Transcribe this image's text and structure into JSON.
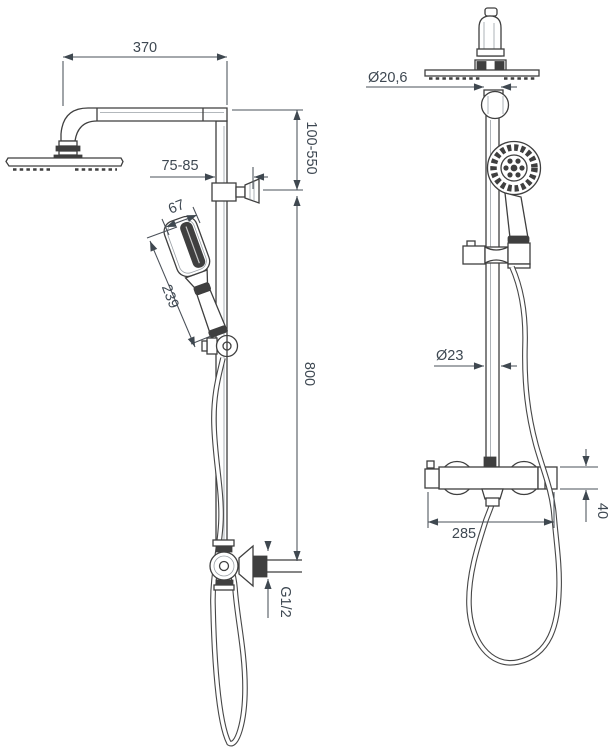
{
  "drawing": {
    "type": "shower-column-technical-drawing",
    "colors": {
      "line": "#3f3f3f",
      "dimension": "#4a5058",
      "text": "#3e4852",
      "background": "#ffffff"
    }
  },
  "views": {
    "side_view": {
      "dims": {
        "arm_reach": "370",
        "diverter_offset": "75-85",
        "handshower_width": "67",
        "handshower_length": "239",
        "upper_range": "100-550",
        "column_height": "800",
        "thread": "G1/2"
      }
    },
    "front_view": {
      "dims": {
        "upper_pipe_diameter": "Ø20,6",
        "pipe_diameter": "Ø23",
        "mixer_width": "285",
        "mixer_height": "40"
      }
    }
  }
}
